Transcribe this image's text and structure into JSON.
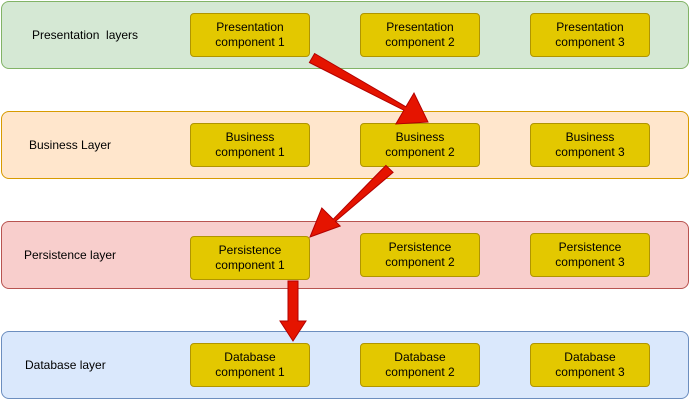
{
  "colors": {
    "presentation_fill": "#d5e8d4",
    "presentation_border": "#82b366",
    "business_fill": "#ffe6cc",
    "business_border": "#d79b00",
    "persistence_fill": "#f8cecc",
    "persistence_border": "#b85450",
    "database_fill": "#dae8fc",
    "database_border": "#6c8ebf",
    "component_fill": "#e3c800",
    "arrow": "#e51400"
  },
  "layers": [
    {
      "label": "Presentation  layers",
      "components": [
        "Presentation\ncomponent 1",
        "Presentation\ncomponent 2",
        "Presentation\ncomponent 3"
      ]
    },
    {
      "label": "Business Layer",
      "components": [
        "Business\ncomponent 1",
        "Business\ncomponent 2",
        "Business\ncomponent 3"
      ]
    },
    {
      "label": "Persistence layer",
      "components": [
        "Persistence\ncomponent 1",
        "Persistence\ncomponent 2",
        "Persistence\ncomponent 3"
      ]
    },
    {
      "label": "Database layer",
      "components": [
        "Database\ncomponent 1",
        "Database\ncomponent 2",
        "Database\ncomponent 3"
      ]
    }
  ],
  "flow": [
    {
      "from": "Presentation component 1",
      "to": "Business component 2"
    },
    {
      "from": "Business component 2",
      "to": "Persistence component 1"
    },
    {
      "from": "Persistence component 1",
      "to": "Database component 1"
    }
  ]
}
